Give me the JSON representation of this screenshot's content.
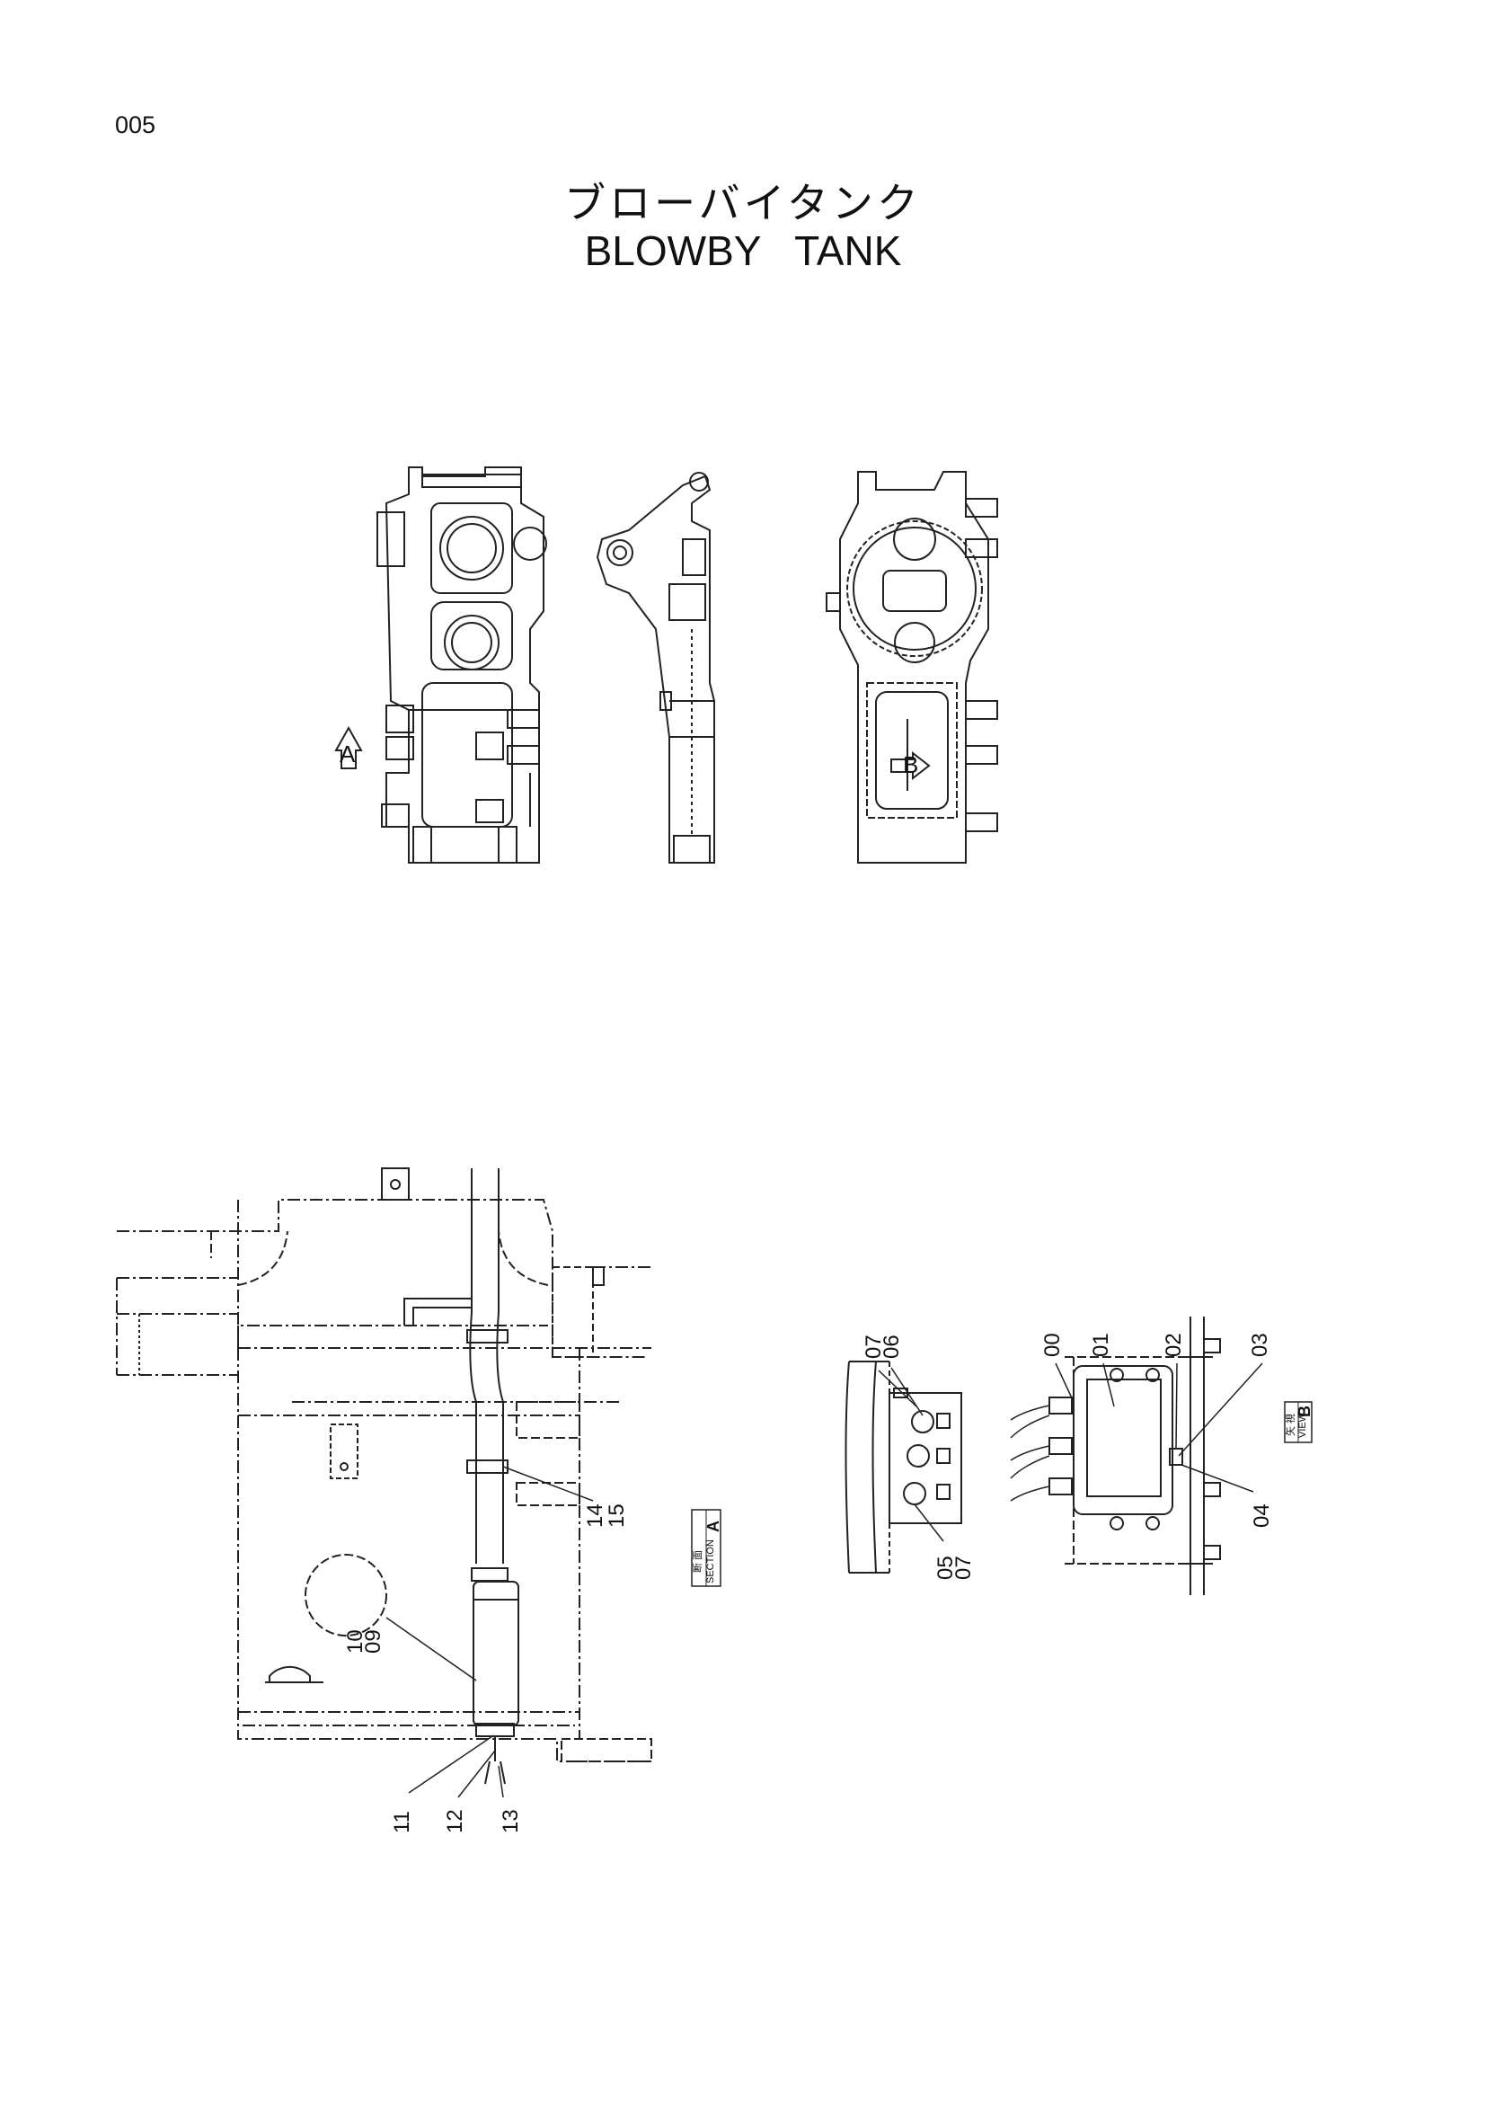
{
  "page_number": "005",
  "title_jp": "ブローバイタンク",
  "title_en": "BLOWBY   TANK",
  "view_markers": {
    "view_a": "A",
    "view_b": "B"
  },
  "section_a_box": {
    "text_top": "断 面",
    "text_bottom": "SECTION",
    "letter": "A"
  },
  "view_b_box": {
    "text_top": "矢 視",
    "text_bottom": "VIEW",
    "letter": "B"
  },
  "part_labels": {
    "p00": "00",
    "p01": "01",
    "p02": "02",
    "p03": "03",
    "p04": "04",
    "p05": "05",
    "p06": "06",
    "p07a": "07",
    "p07b": "07",
    "p09": "09",
    "p10": "10",
    "p11": "11",
    "p12": "12",
    "p13": "13",
    "p14": "14",
    "p15": "15"
  }
}
